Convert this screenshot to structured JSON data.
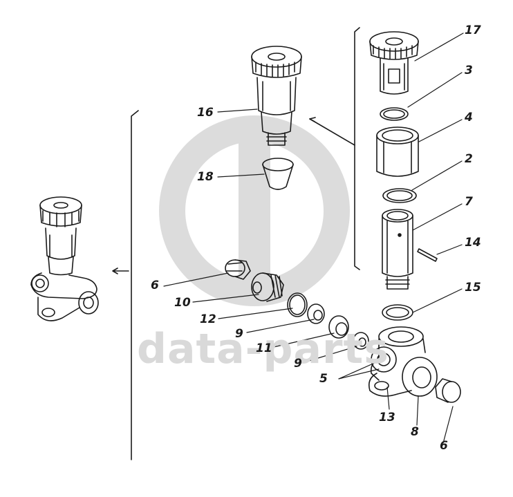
{
  "watermark": {
    "text": "data-parts",
    "color": "#d9d9d9"
  },
  "callouts": {
    "c17": "17",
    "c3": "3",
    "c4": "4",
    "c2": "2",
    "c7": "7",
    "c14": "14",
    "c16": "16",
    "c18": "18",
    "c6a": "6",
    "c10": "10",
    "c12": "12",
    "c9a": "9",
    "c11": "11",
    "c9b": "9",
    "c15": "15",
    "c5": "5",
    "c13": "13",
    "c8": "8",
    "c6b": "6"
  },
  "colors": {
    "ink": "#1a1a1a",
    "watermark": "#d9d9d9",
    "background": "#ffffff"
  }
}
